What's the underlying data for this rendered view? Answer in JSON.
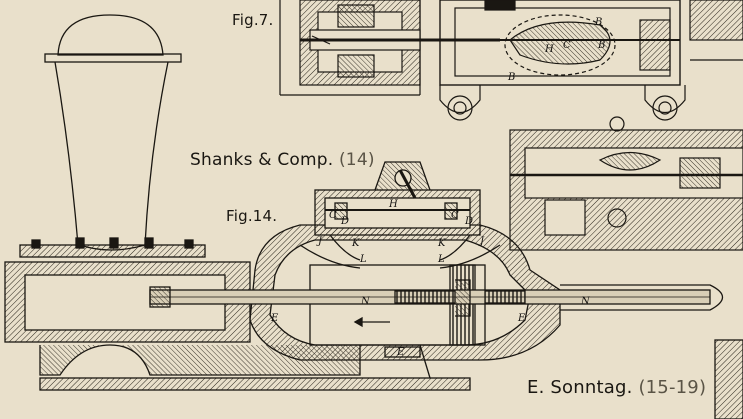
{
  "figure_labels": {
    "fig7": "Fig.7.",
    "fig14": "Fig.14."
  },
  "credits": {
    "shanks_name": "Shanks & Comp.",
    "shanks_ref": "(14)",
    "sonntag_name": "E. Sonntag.",
    "sonntag_ref": "(15-19)"
  },
  "part_letters": {
    "fig7": [
      "B",
      "B",
      "B",
      "H",
      "C"
    ],
    "fig14": [
      "H",
      "C",
      "D",
      "C",
      "D",
      "K",
      "K",
      "J",
      "J",
      "L",
      "L",
      "N",
      "N",
      "E",
      "E",
      "E"
    ]
  },
  "colors": {
    "paper": "#e9e0cb",
    "ink": "#1a1712",
    "hatch": "#2a251c"
  }
}
